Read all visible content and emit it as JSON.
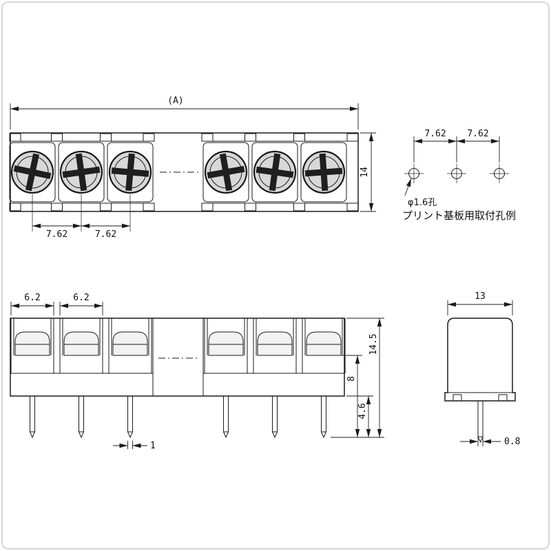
{
  "drawing": {
    "top_view": {
      "dim_overall_width": "(A)",
      "dim_height": "14",
      "dim_pitch_1": "7.62",
      "dim_pitch_2": "7.62"
    },
    "hole_pattern": {
      "dim_pitch_1": "7.62",
      "dim_pitch_2": "7.62",
      "hole_diameter_label": "φ1.6孔",
      "caption": "プリント基板用取付孔例"
    },
    "front_view": {
      "dim_opening_1": "6.2",
      "dim_opening_2": "6.2",
      "dim_total_height": "14.5",
      "dim_body_height": "8",
      "dim_pin_length": "4.6",
      "dim_pin_width": "1"
    },
    "side_view": {
      "dim_width": "13",
      "dim_pin_thickness": "0.8"
    },
    "colors": {
      "line": "#1a1a1a",
      "screw_fill": "#d8d8d8",
      "background": "#ffffff"
    }
  }
}
